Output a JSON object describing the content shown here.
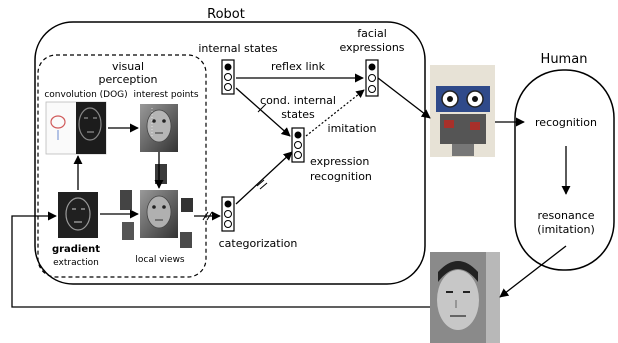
{
  "robot": {
    "title": "Robot",
    "visual_perception_label_line1": "visual",
    "visual_perception_label_line2": "perception",
    "convolution_label": "convolution (DOG)",
    "interest_points_label": "interest points",
    "gradient_label_line1": "gradient",
    "gradient_label_line2": "extraction",
    "local_views_label": "local views",
    "internal_states_label": "internal states",
    "reflex_link_label": "reflex link",
    "facial_expressions_line1": "facial",
    "facial_expressions_line2": "expressions",
    "cond_internal_states_line1": "cond. internal",
    "cond_internal_states_line2": "states",
    "imitation_label": "imitation",
    "expression_recognition_line1": "expression",
    "expression_recognition_line2": "recognition",
    "categorization_label": "categorization"
  },
  "human": {
    "title": "Human",
    "recognition_label": "recognition",
    "resonance_line1": "resonance",
    "resonance_line2": "(imitation)"
  },
  "colors": {
    "line": "#000000",
    "dashed_box": "#000000",
    "photo_dark": "#2a2a2a",
    "photo_mid": "#7a7a7a",
    "photo_light": "#c8c8c8",
    "robot_blue": "#2f4a8a",
    "robot_red": "#a8302a"
  }
}
